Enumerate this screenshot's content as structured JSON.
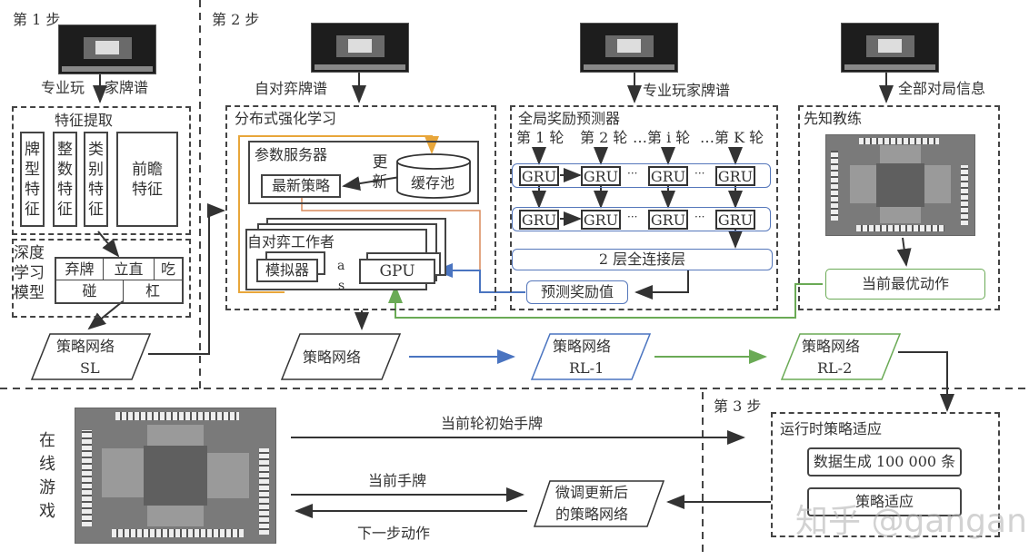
{
  "step1": {
    "label": "第 1 步",
    "input_label_a": "专业玩",
    "input_label_b": "家牌谱",
    "feature_extraction": {
      "title": "特征提取",
      "features": [
        "牌\n型\n特\n征",
        "整\n数\n特\n征",
        "类\n别\n特\n征",
        "前瞻\n特征"
      ]
    },
    "deep_model": {
      "title": "深度\n学习\n模型",
      "row1": [
        "弃牌",
        "立直",
        "吃"
      ],
      "row2": [
        "碰",
        "杠"
      ]
    },
    "policy_sl": {
      "line1": "策略网络",
      "line2": "SL"
    }
  },
  "step2": {
    "label": "第 2 步",
    "selfplay_label": "自对弈牌谱",
    "pro_label": "专业玩家牌谱",
    "all_info_label": "全部对局信息",
    "distributed_rl": {
      "title": "分布式强化学习",
      "param_server": "参数服务器",
      "latest_policy": "最新策略",
      "update_label": "更\n新",
      "buffer": "缓存池",
      "worker": "自对弈工作者",
      "simulator": "模拟器",
      "gpu": "GPU",
      "action_label": "a",
      "state_label": "s"
    },
    "global_reward": {
      "title": "全局奖励预测器",
      "rounds": [
        "第 1 轮",
        "第 2 轮",
        "…第 i 轮",
        "…第 K 轮"
      ],
      "gru": "GRU",
      "ellipsis": "···",
      "fc": "2 层全连接层",
      "predicted_reward": "预测奖励值"
    },
    "oracle": {
      "title": "先知教练",
      "best_action": "当前最优动作"
    },
    "policy_plain": "策略网络",
    "policy_rl1": {
      "line1": "策略网络",
      "line2": "RL-1"
    },
    "policy_rl2": {
      "line1": "策略网络",
      "line2": "RL-2"
    }
  },
  "step3": {
    "label": "第 3 步",
    "online_game": "在\n线\n游\n戏",
    "initial_hand": "当前轮初始手牌",
    "current_hand": "当前手牌",
    "next_action": "下一步动作",
    "finetuned": {
      "line1": "微调更新后",
      "line2": "的策略网络"
    },
    "runtime": {
      "title": "运行时策略适应",
      "data_gen": "数据生成 100 000 条",
      "adapt": "策略适应"
    }
  },
  "watermark": "知乎 @gangan",
  "colors": {
    "orange": "#e8a63a",
    "brown": "#d98a5a",
    "blue": "#4a74c0",
    "green": "#6aaa55",
    "line": "#333333"
  }
}
